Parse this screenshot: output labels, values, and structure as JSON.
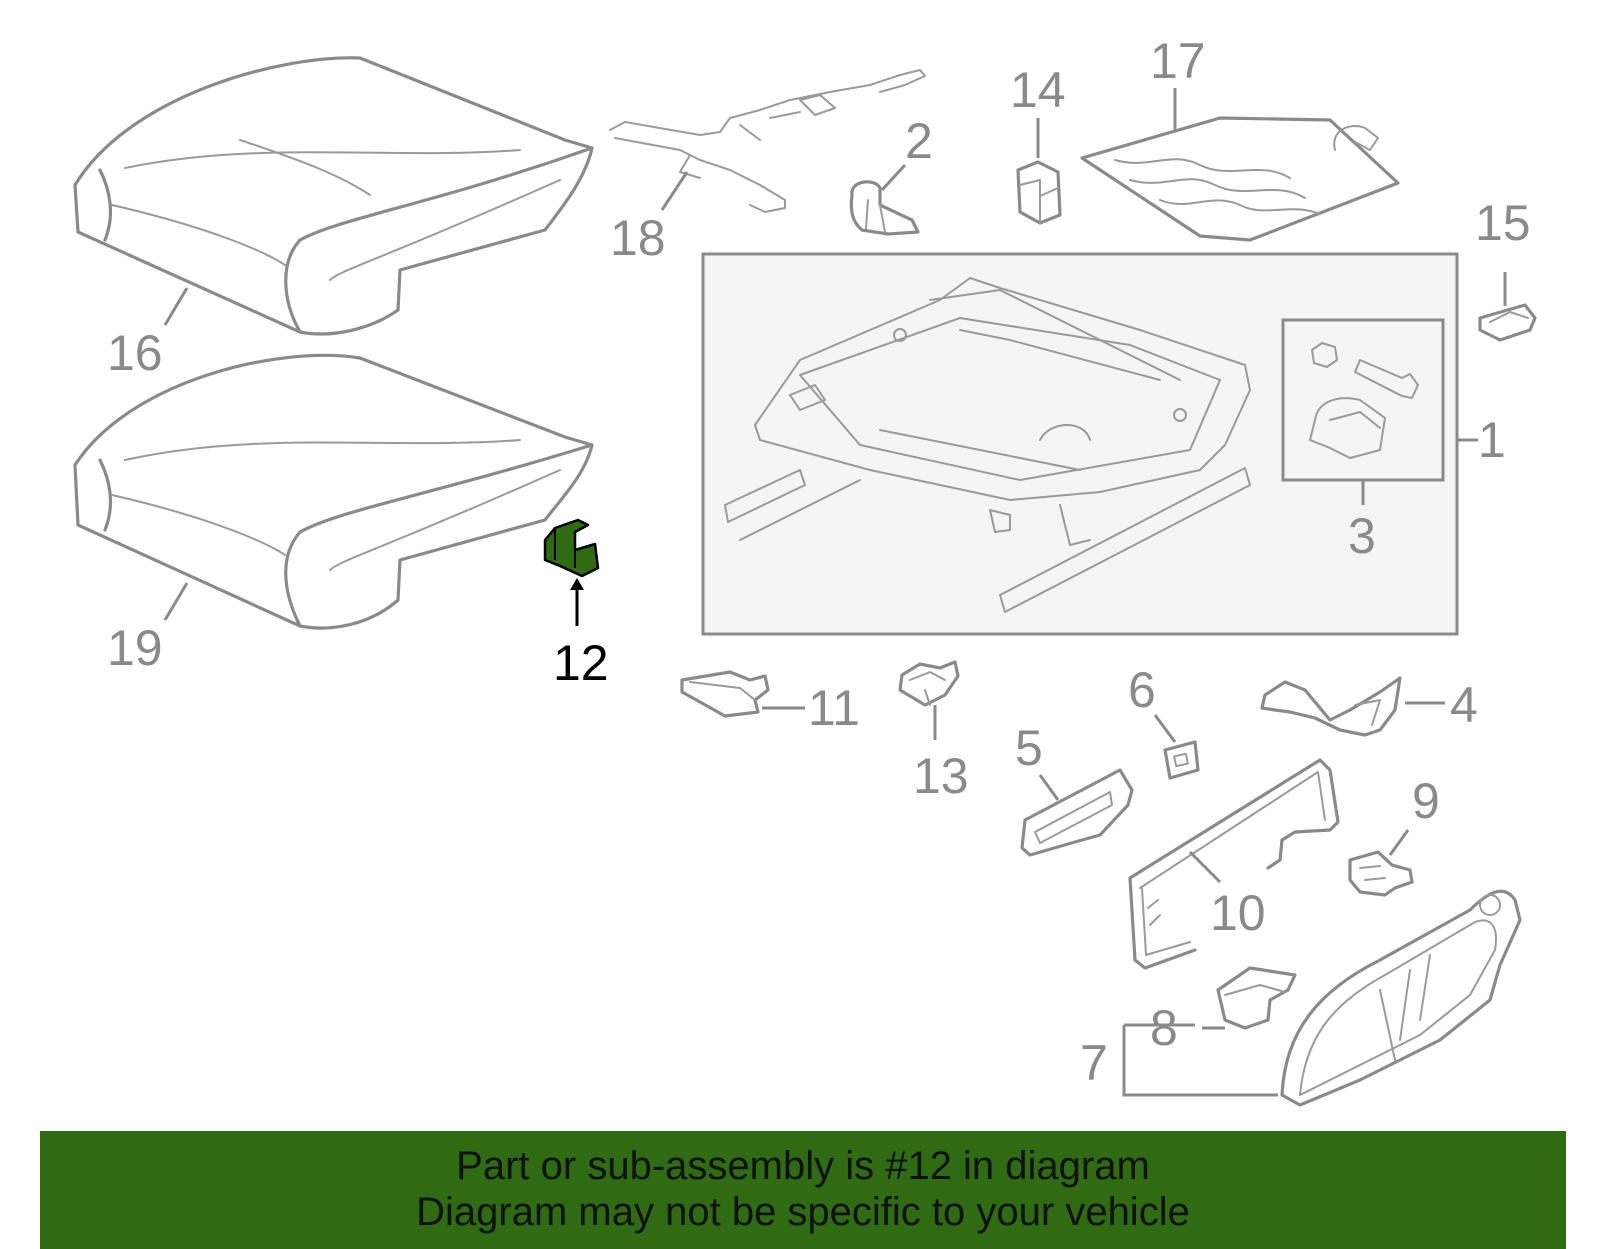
{
  "labels": {
    "p1": "1",
    "p2": "2",
    "p3": "3",
    "p4": "4",
    "p5": "5",
    "p6": "6",
    "p7": "7",
    "p8": "8",
    "p9": "9",
    "p10": "10",
    "p11": "11",
    "p12": "12",
    "p13": "13",
    "p14": "14",
    "p15": "15",
    "p16": "16",
    "p17": "17",
    "p18": "18",
    "p19": "19"
  },
  "highlight": {
    "part": "12",
    "color": "#2e6b12"
  },
  "banner": {
    "line1": "Part or sub-assembly is #12 in diagram",
    "line2": "Diagram may not be specific to your vehicle"
  },
  "colors": {
    "line": "#8a8a8a",
    "highlight_fill": "#2e6b12",
    "banner_bg": "#2e6b12"
  }
}
